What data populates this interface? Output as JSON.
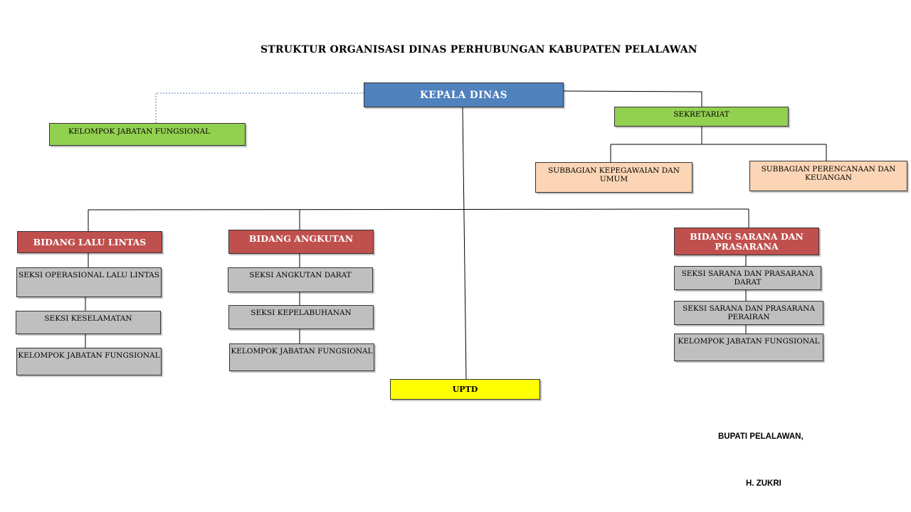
{
  "title": "STRUKTUR ORGANISASI DINAS PERHUBUNGAN KABUPATEN PELALAWAN",
  "head": "KEPALA DINAS",
  "functional_group": "KELOMPOK JABATAN FUNGSIONAL",
  "secretariat": {
    "label": "SEKRETARIAT",
    "subsections": [
      "SUBBAGIAN KEPEGAWAIAN DAN UMUM",
      "SUBBAGIAN PERENCANAAN DAN KEUANGAN"
    ]
  },
  "divisions": [
    {
      "label": "BIDANG LALU LINTAS",
      "sections": [
        "SEKSI OPERASIONAL LALU LINTAS",
        "SEKSI KESELAMATAN",
        "KELOMPOK JABATAN FUNGSIONAL"
      ]
    },
    {
      "label": "BIDANG ANGKUTAN",
      "sections": [
        "SEKSI ANGKUTAN DARAT",
        "SEKSI KEPELABUHANAN",
        "KELOMPOK JABATAN FUNGSIONAL"
      ]
    },
    {
      "label": "BIDANG SARANA DAN PRASARANA",
      "sections": [
        "SEKSI SARANA DAN PRASARANA DARAT",
        "SEKSI SARANA DAN PRASARANA PERAIRAN",
        "KELOMPOK JABATAN FUNGSIONAL"
      ]
    }
  ],
  "uptd": "UPTD",
  "signature": {
    "title": "BUPATI PELALAWAN,",
    "name": "H. ZUKRI"
  },
  "colors": {
    "head": "#4f81bd",
    "green": "#92d050",
    "peach": "#fbd5b5",
    "division": "#c0504d",
    "section": "#bfbfbf",
    "uptd": "#ffff00"
  }
}
